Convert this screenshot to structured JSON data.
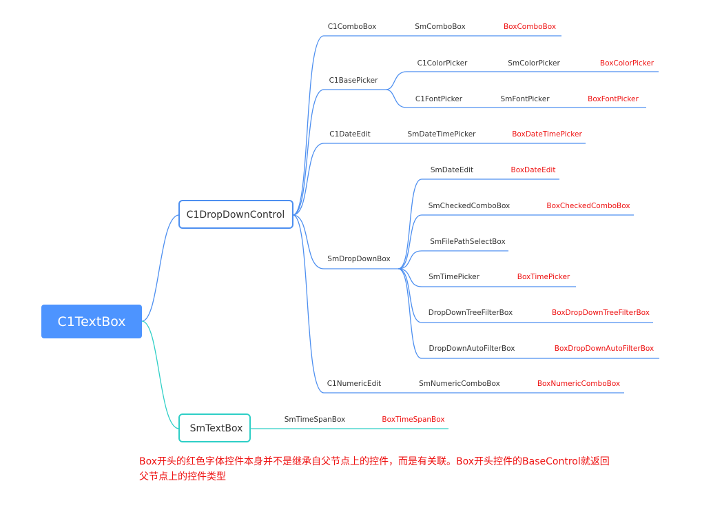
{
  "colors": {
    "blue": "#4d8ff0",
    "teal": "#2ecfc6",
    "root_fill": "#4d94ff",
    "red_text": "#ee1111",
    "text": "#333333"
  },
  "root": {
    "label": "C1TextBox"
  },
  "nodes": {
    "dropdown": {
      "label": "C1DropDownControl"
    },
    "smtextbox": {
      "label": "SmTextBox"
    }
  },
  "rows": {
    "combo": {
      "a": "C1ComboBox",
      "b": "SmComboBox",
      "c": "BoxComboBox"
    },
    "basepicker": {
      "a": "C1BasePicker"
    },
    "colorpicker": {
      "a": "C1ColorPicker",
      "b": "SmColorPicker",
      "c": "BoxColorPicker"
    },
    "fontpicker": {
      "a": "C1FontPicker",
      "b": "SmFontPicker",
      "c": "BoxFontPicker"
    },
    "dateedit": {
      "a": "C1DateEdit",
      "b": "SmDateTimePicker",
      "c": "BoxDateTimePicker"
    },
    "smdropdown": {
      "a": "SmDropDownBox"
    },
    "smdateedit": {
      "a": "SmDateEdit",
      "b": "BoxDateEdit"
    },
    "checkedcombo": {
      "a": "SmCheckedComboBox",
      "b": "BoxCheckedComboBox"
    },
    "filepath": {
      "a": "SmFilePathSelectBox"
    },
    "timepicker": {
      "a": "SmTimePicker",
      "b": "BoxTimePicker"
    },
    "treefilter": {
      "a": "DropDownTreeFilterBox",
      "b": "BoxDropDownTreeFilterBox"
    },
    "autofilter": {
      "a": "DropDownAutoFilterBox",
      "b": "BoxDropDownAutoFilterBox"
    },
    "numeric": {
      "a": "C1NumericEdit",
      "b": "SmNumericComboBox",
      "c": "BoxNumericComboBox"
    },
    "timespan": {
      "a": "SmTimeSpanBox",
      "b": "BoxTimeSpanBox"
    }
  },
  "note": {
    "line1": "Box开头的红色字体控件本身并不是继承自父节点上的控件，而是有关联。Box开头控件的BaseControl就返回",
    "line2": "父节点上的控件类型"
  }
}
